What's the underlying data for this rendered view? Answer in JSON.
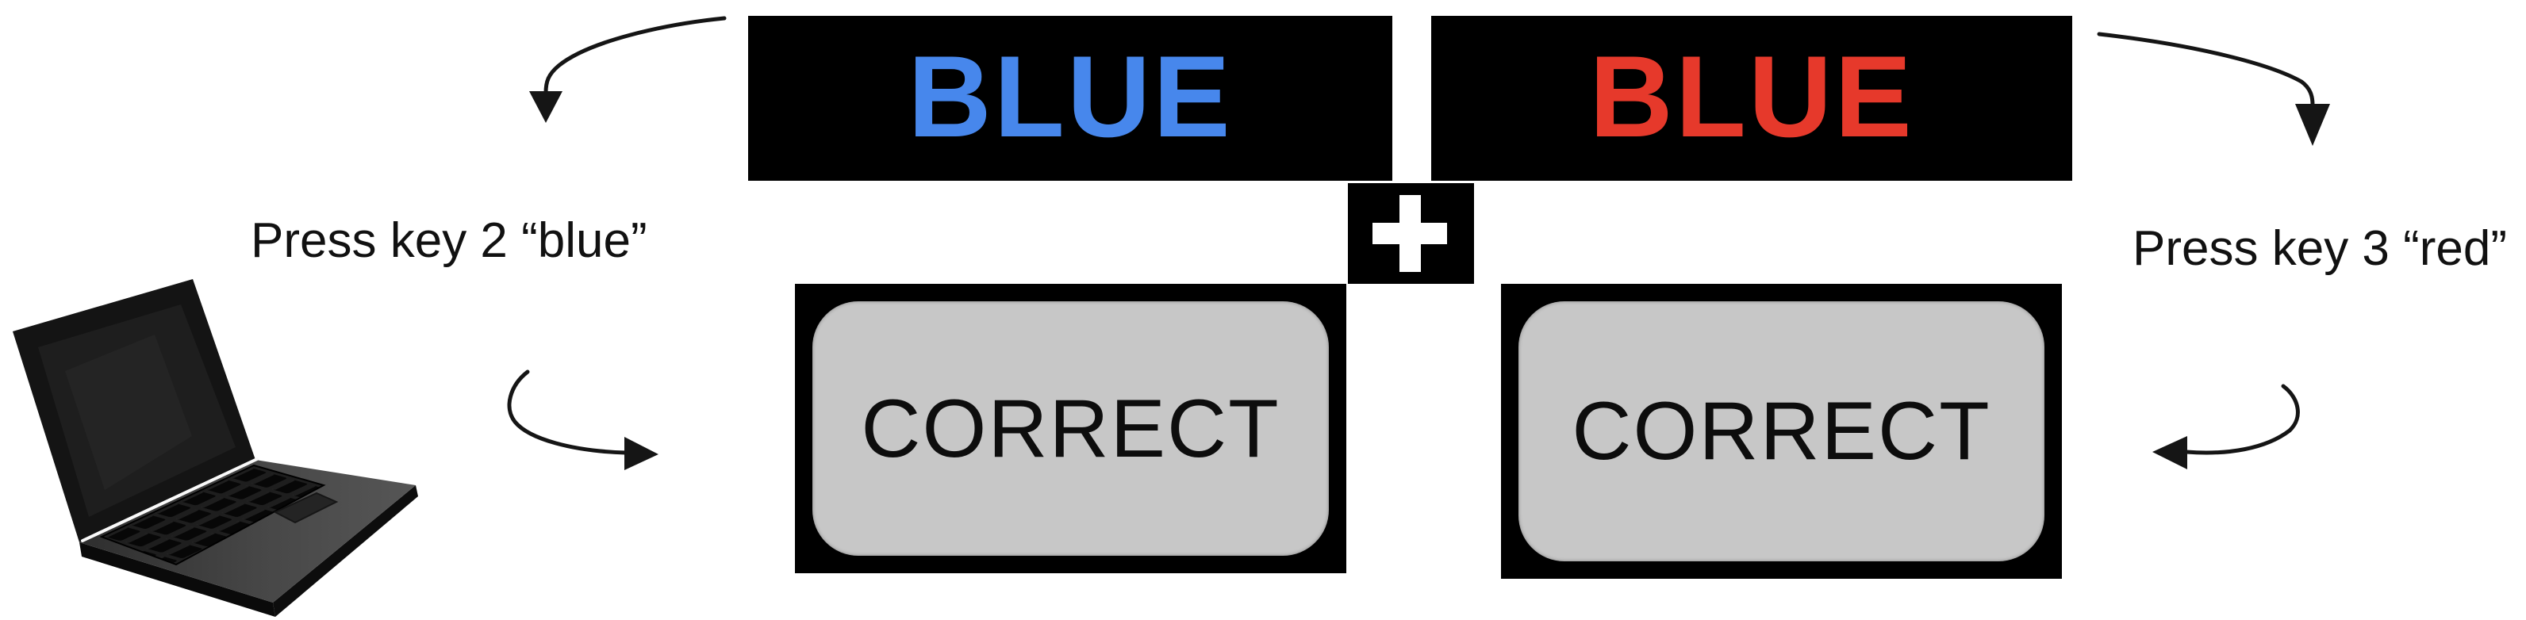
{
  "diagram": {
    "page_background": "#FFFFFF",
    "panel_background": "#000000",
    "arrow_color": "#151515",
    "text_color": "#111111"
  },
  "left_trial": {
    "stimulus_word": "BLUE",
    "stimulus_ink_color": "#4787EC",
    "instruction": "Press key 2 “blue”",
    "feedback_label": "CORRECT",
    "feedback_button_color": "#C7C7C7"
  },
  "right_trial": {
    "stimulus_word": "BLUE",
    "stimulus_ink_color": "#E6392B",
    "instruction": "Press key 3 “red”",
    "feedback_label": "CORRECT",
    "feedback_button_color": "#C7C7C7"
  },
  "fixation": {
    "symbol": "+",
    "symbol_color": "#FFFFFF",
    "background": "#000000"
  }
}
